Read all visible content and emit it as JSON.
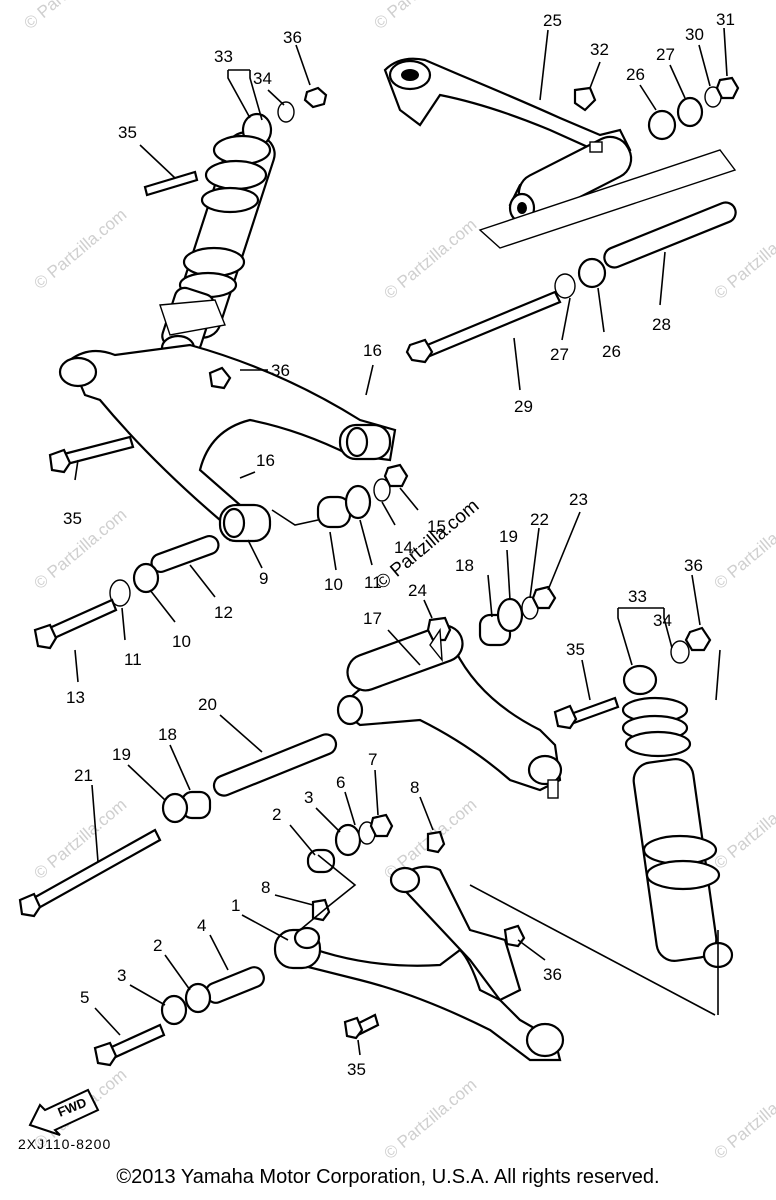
{
  "diagram": {
    "code": "2XJ110-8200",
    "copyright": "©2013 Yamaha Motor Corporation, U.S.A. All rights reserved.",
    "watermark": "© Partzilla.com",
    "center_watermark": "© Partzilla.com",
    "fwd_label": "FWD",
    "callouts": [
      "1",
      "2",
      "3",
      "4",
      "5",
      "6",
      "7",
      "8",
      "9",
      "10",
      "11",
      "12",
      "13",
      "14",
      "15",
      "16",
      "17",
      "18",
      "19",
      "20",
      "21",
      "22",
      "23",
      "24",
      "25",
      "26",
      "27",
      "28",
      "29",
      "30",
      "31",
      "32",
      "33",
      "34",
      "35",
      "36"
    ]
  }
}
